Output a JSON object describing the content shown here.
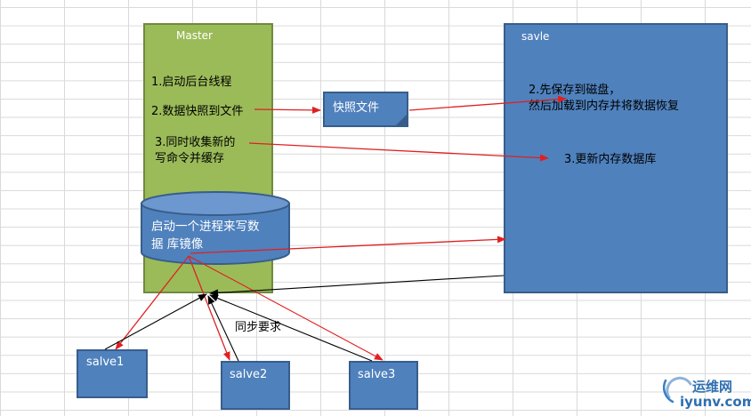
{
  "master": {
    "title": "Master",
    "step1": "1.启动后台线程",
    "step2": "2.数据快照到文件",
    "step3_line1": "3.同时收集新的",
    "step3_line2": "写命令并缓存"
  },
  "database": {
    "line1": "启动一个进程来写数",
    "line2": "据 库镜像"
  },
  "snapshot": {
    "label": "快照文件"
  },
  "slave": {
    "title": "savle",
    "step2_line1": "2.先保存到磁盘，",
    "step2_line2": "然后加载到内存并将数据恢复",
    "step3": "3.更新内存数据库"
  },
  "slaves": {
    "s1": "salve1",
    "s2": "salve2",
    "s3": "salve3"
  },
  "sync_label": "同步要求",
  "watermark": {
    "cn": "运维网",
    "url": "iyunv.com"
  },
  "colors": {
    "master_fill": "#9bbb59",
    "node_fill": "#4f81bd",
    "red_arrow": "#e02020",
    "black_arrow": "#000000"
  }
}
